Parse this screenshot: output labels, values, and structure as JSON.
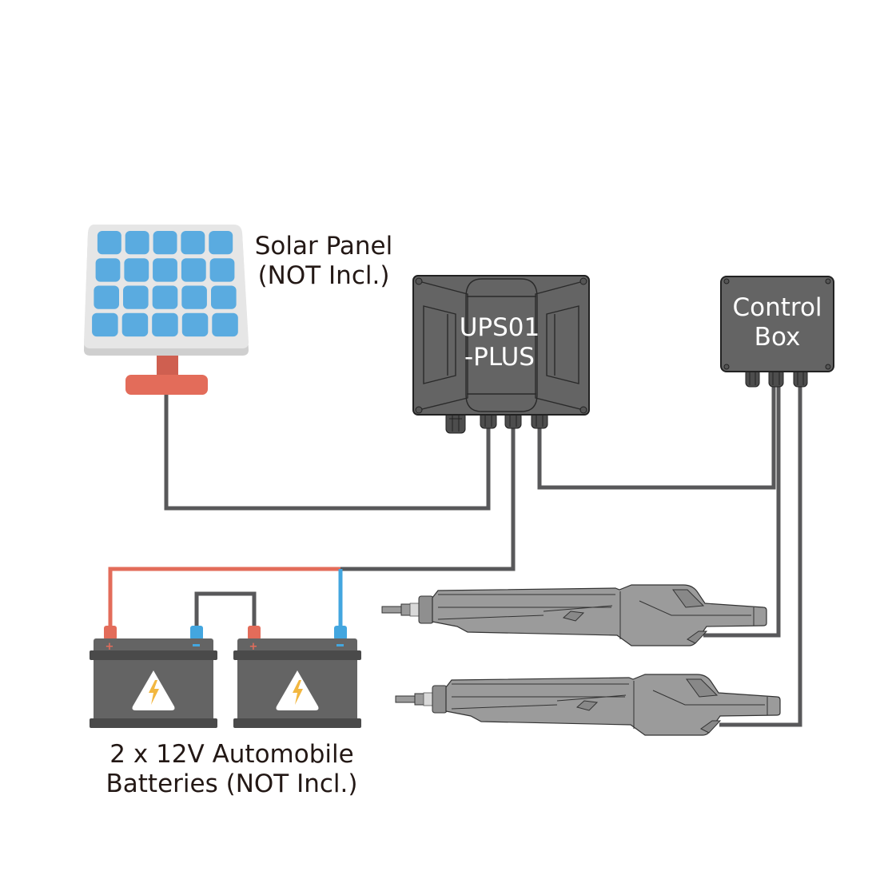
{
  "diagram": {
    "title": "UPS01-PLUS solar wiring diagram",
    "components": {
      "solar_panel": {
        "label_lines": [
          "Solar Panel",
          "(NOT Incl.)"
        ],
        "cell_rows": 4,
        "cell_cols": 5
      },
      "ups": {
        "label_lines": [
          "UPS01",
          "-PLUS"
        ]
      },
      "control_box": {
        "label_lines": [
          "Control",
          "Box"
        ]
      },
      "batteries": {
        "count": 2,
        "label_lines": [
          "2 x 12V Automobile",
          "Batteries (NOT Incl.)"
        ],
        "terminal_positive": "+",
        "terminal_negative": "-",
        "icon": "high-voltage-warning-icon"
      },
      "actuators": {
        "count": 2
      }
    },
    "connections": [
      {
        "from": "solar_panel",
        "to": "ups"
      },
      {
        "from": "batteries",
        "to": "ups"
      },
      {
        "from": "ups",
        "to": "control_box"
      },
      {
        "from": "control_box",
        "to": "actuator_1"
      },
      {
        "from": "control_box",
        "to": "actuator_2"
      },
      {
        "from": "battery_1_negative",
        "to": "battery_2_positive"
      }
    ],
    "colors": {
      "wire": "#58585a",
      "positive": "#e36c5a",
      "negative": "#43a6df",
      "panel_cell": "#5aabe0",
      "panel_frame": "#e6e6e6",
      "panel_stand": "#e36c5a",
      "enclosure": "#646464",
      "battery_body": "#646464",
      "battery_band": "#4a4a4a",
      "warning_bolt": "#f2b740",
      "actuator": "#9b9b9b"
    }
  }
}
